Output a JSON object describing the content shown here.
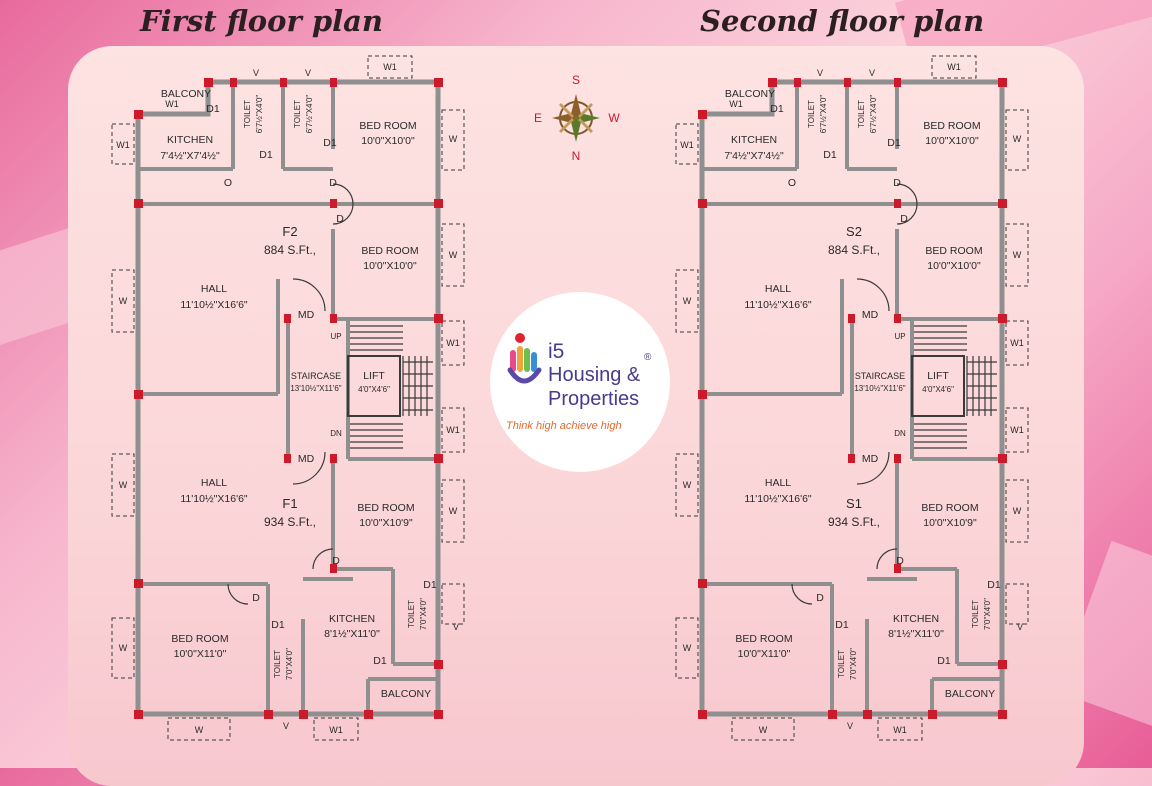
{
  "titles": {
    "left": "First floor plan",
    "right": "Second floor plan"
  },
  "colors": {
    "wall": "#8f8f8f",
    "column": "#cc1a2a",
    "line": "#3a3a3a"
  },
  "compass": {
    "s": "S",
    "w": "W",
    "n": "N",
    "e": "E"
  },
  "logo": {
    "brand": "i5",
    "line2": "Housing &",
    "line3": "Properties",
    "reg": "®",
    "tagline": "Think high achieve high"
  },
  "plans": [
    {
      "upper_unit": {
        "tag": "F2",
        "area": "884 S.Ft.,"
      },
      "lower_unit": {
        "tag": "F1",
        "area": "934 S.Ft.,"
      }
    },
    {
      "upper_unit": {
        "tag": "S2",
        "area": "884 S.Ft.,"
      },
      "lower_unit": {
        "tag": "S1",
        "area": "934 S.Ft.,"
      }
    }
  ],
  "labels": {
    "balcony": "BALCONY",
    "kitchen": "KITCHEN",
    "kitchen_upper_dim": "7'4½\"X7'4½\"",
    "kitchen_lower_dim": "8'1½\"X11'0\"",
    "toilet": "TOILET",
    "toilet_upper_dim": "6'7½\"X4'0\"",
    "toilet_lower_dim": "7'0\"X4'0\"",
    "bedroom": "BED ROOM",
    "bed_10x10": "10'0\"X10'0\"",
    "bed_10x109": "10'0\"X10'9\"",
    "bed_10x11": "10'0\"X11'0\"",
    "hall": "HALL",
    "hall_dim": "11'10½\"X16'6\"",
    "staircase": "STAIRCASE",
    "staircase_dim": "13'10½\"X11'6\"",
    "lift": "LIFT",
    "lift_dim": "4'0\"X4'6\"",
    "up": "UP",
    "dn": "DN",
    "md": "MD",
    "d": "D",
    "d1": "D1",
    "w": "W",
    "w1": "W1",
    "v": "V",
    "o": "O"
  }
}
